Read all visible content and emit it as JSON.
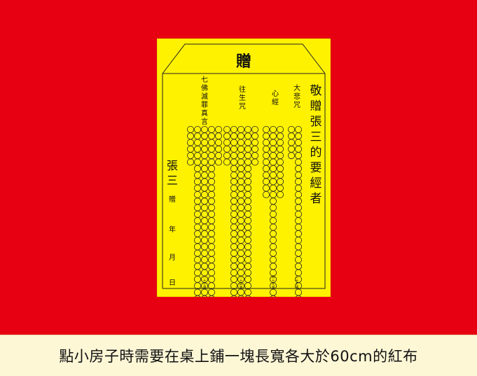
{
  "caption": "點小房子時需要在桌上鋪一塊長寬各大於60cm的紅布",
  "colors": {
    "cloth": "#e60012",
    "paper": "#fff200",
    "ink": "#111111",
    "caption_bg": "#fdf7d6"
  },
  "paper": {
    "top_title": "贈",
    "recipient_text": "敬贈張三的要經者",
    "sender_block": "張三贈年月日",
    "sutra_columns": [
      {
        "label": "七佛滅罪真言",
        "footer": "八十七遍"
      },
      {
        "label": "往生咒",
        "footer": "八十四遍"
      },
      {
        "label": "心經",
        "footer": "四十九遍"
      },
      {
        "label": "大悲咒",
        "footer": "二十七遍"
      }
    ]
  }
}
